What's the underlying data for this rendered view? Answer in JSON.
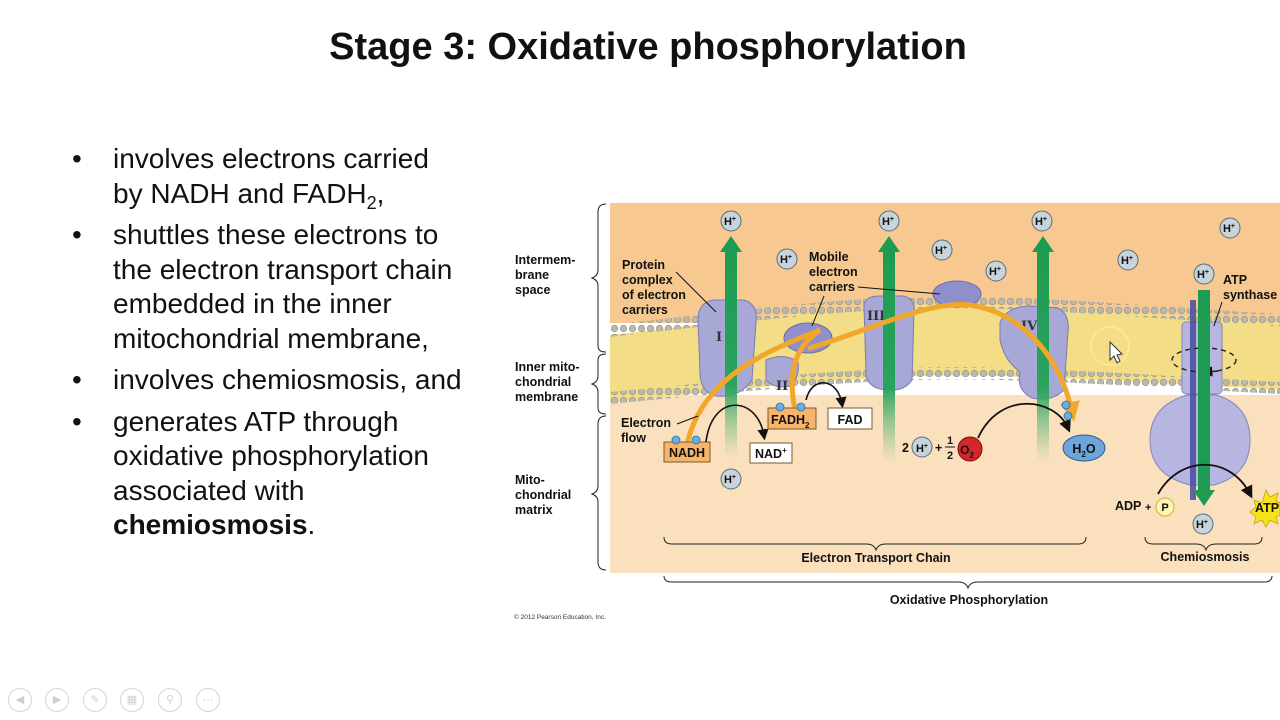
{
  "slide": {
    "title": "Stage 3: Oxidative phosphorylation",
    "bullets": [
      {
        "line1": "involves electrons carried",
        "line2": "by NADH and FADH",
        "sub": "2",
        "tail": ","
      },
      {
        "text": "shuttles these electrons to the electron transport chain embedded in the inner mitochondrial membrane,"
      },
      {
        "text": "involves chemiosmosis, and"
      },
      {
        "text": "generates ATP through oxidative phosphorylation associated with ",
        "bold": "chemiosmosis",
        "tail": "."
      }
    ]
  },
  "diagram": {
    "region_labels": {
      "intermembrane": [
        "Intermem-",
        "brane",
        "space"
      ],
      "inner_membrane": [
        "Inner mito-",
        "chondrial",
        "membrane"
      ],
      "matrix": [
        "Mito-",
        "chondrial",
        "matrix"
      ]
    },
    "callouts": {
      "protein_complex": [
        "Protein",
        "complex",
        "of electron",
        "carriers"
      ],
      "mobile_carriers": [
        "Mobile",
        "electron",
        "carriers"
      ],
      "atp_synthase": [
        "ATP",
        "synthase"
      ],
      "electron_flow": [
        "Electron",
        "flow"
      ]
    },
    "complexes": [
      "I",
      "II",
      "III",
      "IV"
    ],
    "molecules": {
      "nadh": "NADH",
      "nad": "NAD",
      "nad_sup": "+",
      "fadh": "FADH",
      "fadh_sub": "2",
      "fad": "FAD",
      "two": "2",
      "h": "H",
      "h_sup": "+",
      "plus": "+",
      "half_num": "1",
      "half_den": "2",
      "o2": "O",
      "o2_sub": "2",
      "water_h": "H",
      "water_sub": "2",
      "water_o": "O",
      "adp": "ADP",
      "p": "P",
      "atp": "ATP"
    },
    "brackets": {
      "etc": "Electron Transport Chain",
      "chemiosmosis": "Chemiosmosis",
      "oxphos": "Oxidative Phosphorylation"
    },
    "copyright": "© 2012 Pearson Education, Inc.",
    "colors": {
      "intermembrane": "#f7c990",
      "matrix": "#fbe0bd",
      "membrane_lipid": "#f3dd86",
      "protein": "#a8a8d6",
      "proton_arrow": "#1e9b52",
      "electron_path": "#f0a72a",
      "oxygen": "#d5262a",
      "water": "#6da4da"
    }
  },
  "presenter_controls": [
    "previous-icon",
    "next-icon",
    "pen-icon",
    "slides-grid-icon",
    "zoom-icon",
    "more-options-icon"
  ]
}
